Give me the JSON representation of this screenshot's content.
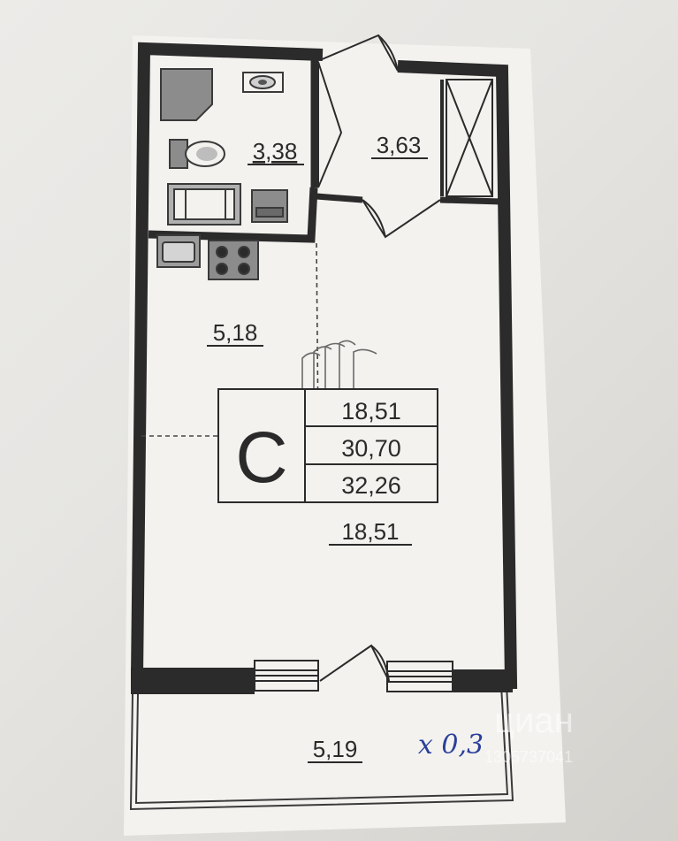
{
  "rooms": {
    "bathroom_area": "3,38",
    "hall_area": "3,63",
    "kitchen_area": "5,18",
    "living_area": "18,51",
    "balcony_area": "5,19"
  },
  "summary_table": {
    "type_letter": "С",
    "living": "18,51",
    "total": "30,70",
    "total_with_balcony": "32,26"
  },
  "handwritten_note": "x 0,3",
  "watermark": {
    "brand": "циан",
    "id": "1305737041"
  },
  "colors": {
    "wall": "#2b2b2b",
    "paper": "#f2f1ee",
    "fixture": "#8c8c8c",
    "ink": "#2b3f9a"
  }
}
